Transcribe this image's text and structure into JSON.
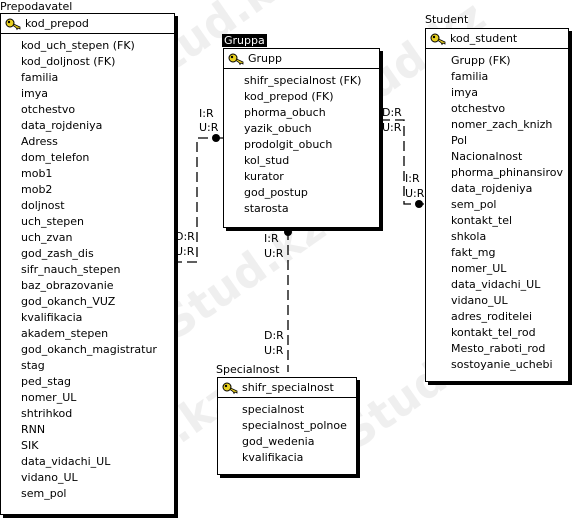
{
  "entities": {
    "prepodavatel": {
      "title": "Prepodavatel",
      "pk": "kod_prepod",
      "attributes": [
        "kod_uch_stepen (FK)",
        "kod_doljnost (FK)",
        "familia",
        "imya",
        "otchestvo",
        "data_rojdeniya",
        "Adress",
        "dom_telefon",
        "mob1",
        "mob2",
        "doljnost",
        "uch_stepen",
        "uch_zvan",
        "god_zash_dis",
        "sifr_nauch_stepen",
        "baz_obrazovanie",
        "god_okanch_VUZ",
        "kvalifikacia",
        "akadem_stepen",
        "god_okanch_magistratur",
        "stag",
        "ped_stag",
        "nomer_UL",
        "shtrihkod",
        "RNN",
        "SIK",
        "data_vidachi_UL",
        "vidano_UL",
        "sem_pol"
      ]
    },
    "gruppa": {
      "title": "Gruppa",
      "pk": "Grupp",
      "attributes": [
        "shifr_specialnost (FK)",
        "kod_prepod (FK)",
        "phorma_obuch",
        "yazik_obuch",
        "prodolgit_obuch",
        "kol_stud",
        "kurator",
        "god_postup",
        "starosta"
      ]
    },
    "student": {
      "title": "Student",
      "pk": "kod_student",
      "attributes": [
        "Grupp (FK)",
        "familia",
        "imya",
        "otchestvo",
        "nomer_zach_knizh",
        "Pol",
        "Nacionalnost",
        "phorma_phinansirov",
        "data_rojdeniya",
        "sem_pol",
        "kontakt_tel",
        "shkola",
        "fakt_mg",
        "nomer_UL",
        "data_vidachi_UL",
        "vidano_UL",
        "adres_roditelei",
        "kontakt_tel_rod",
        "Mesto_raboti_rod",
        "sostoyanie_uchebi"
      ]
    },
    "specialnost": {
      "title": "Specialnost",
      "pk": "shifr_specialnost",
      "attributes": [
        "specialnost",
        "specialnost_polnoe",
        "god_wedenia",
        "kvalifikacia"
      ]
    }
  },
  "relationship_labels": {
    "prep_gruppa_top_i": "I:R",
    "prep_gruppa_top_u": "U:R",
    "prep_gruppa_bottom_d": "D:R",
    "prep_gruppa_bottom_u": "U:R",
    "gruppa_student_top_d": "D:R",
    "gruppa_student_top_u": "U:R",
    "gruppa_student_bottom_i": "I:R",
    "gruppa_student_bottom_u": "U:R",
    "gruppa_spec_top_i": "I:R",
    "gruppa_spec_top_u": "U:R",
    "gruppa_spec_bottom_d": "D:R",
    "gruppa_spec_bottom_u": "U:R"
  },
  "watermark": "Stud.kz",
  "icons": {
    "primary_key": "key-icon"
  }
}
